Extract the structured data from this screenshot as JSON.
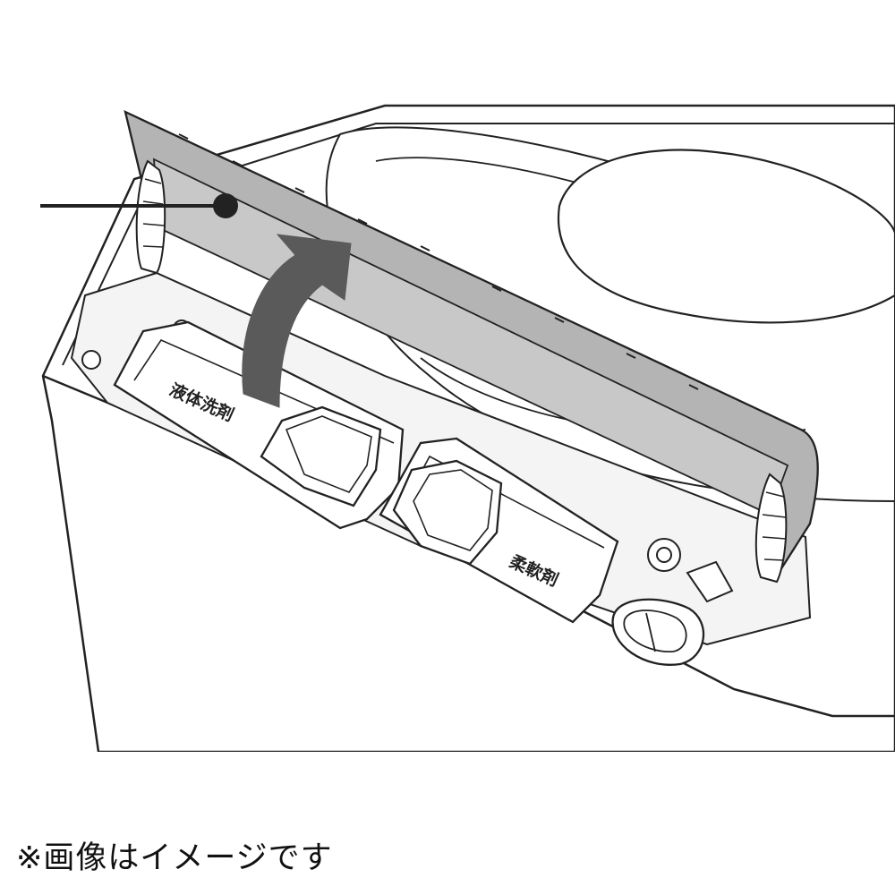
{
  "compartments": {
    "liquid_detergent_label": "液体洗剤",
    "softener_label": "柔軟剤"
  },
  "caption": "※画像はイメージです",
  "icons": [
    "callout-leader-dot",
    "open-lid-arrow"
  ],
  "colors": {
    "line": "#222222",
    "lid_panel": "#c8c8c8",
    "lid_frame": "#b4b4b4",
    "arrow": "#5a5a5a",
    "background": "#ffffff"
  }
}
